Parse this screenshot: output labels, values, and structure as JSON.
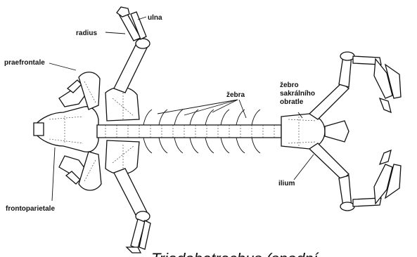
{
  "labels": {
    "ulna": "ulna",
    "radius": "radius",
    "praefrontale": "praefrontale",
    "zebra": "žebra",
    "zebro_line1": "žebro",
    "zebro_line2": "sakrálního",
    "zebro_line3": "obratle",
    "ilium": "ilium",
    "frontoparietale": "frontoparietale"
  },
  "caption": "Triadobatrachus (spodní"
}
